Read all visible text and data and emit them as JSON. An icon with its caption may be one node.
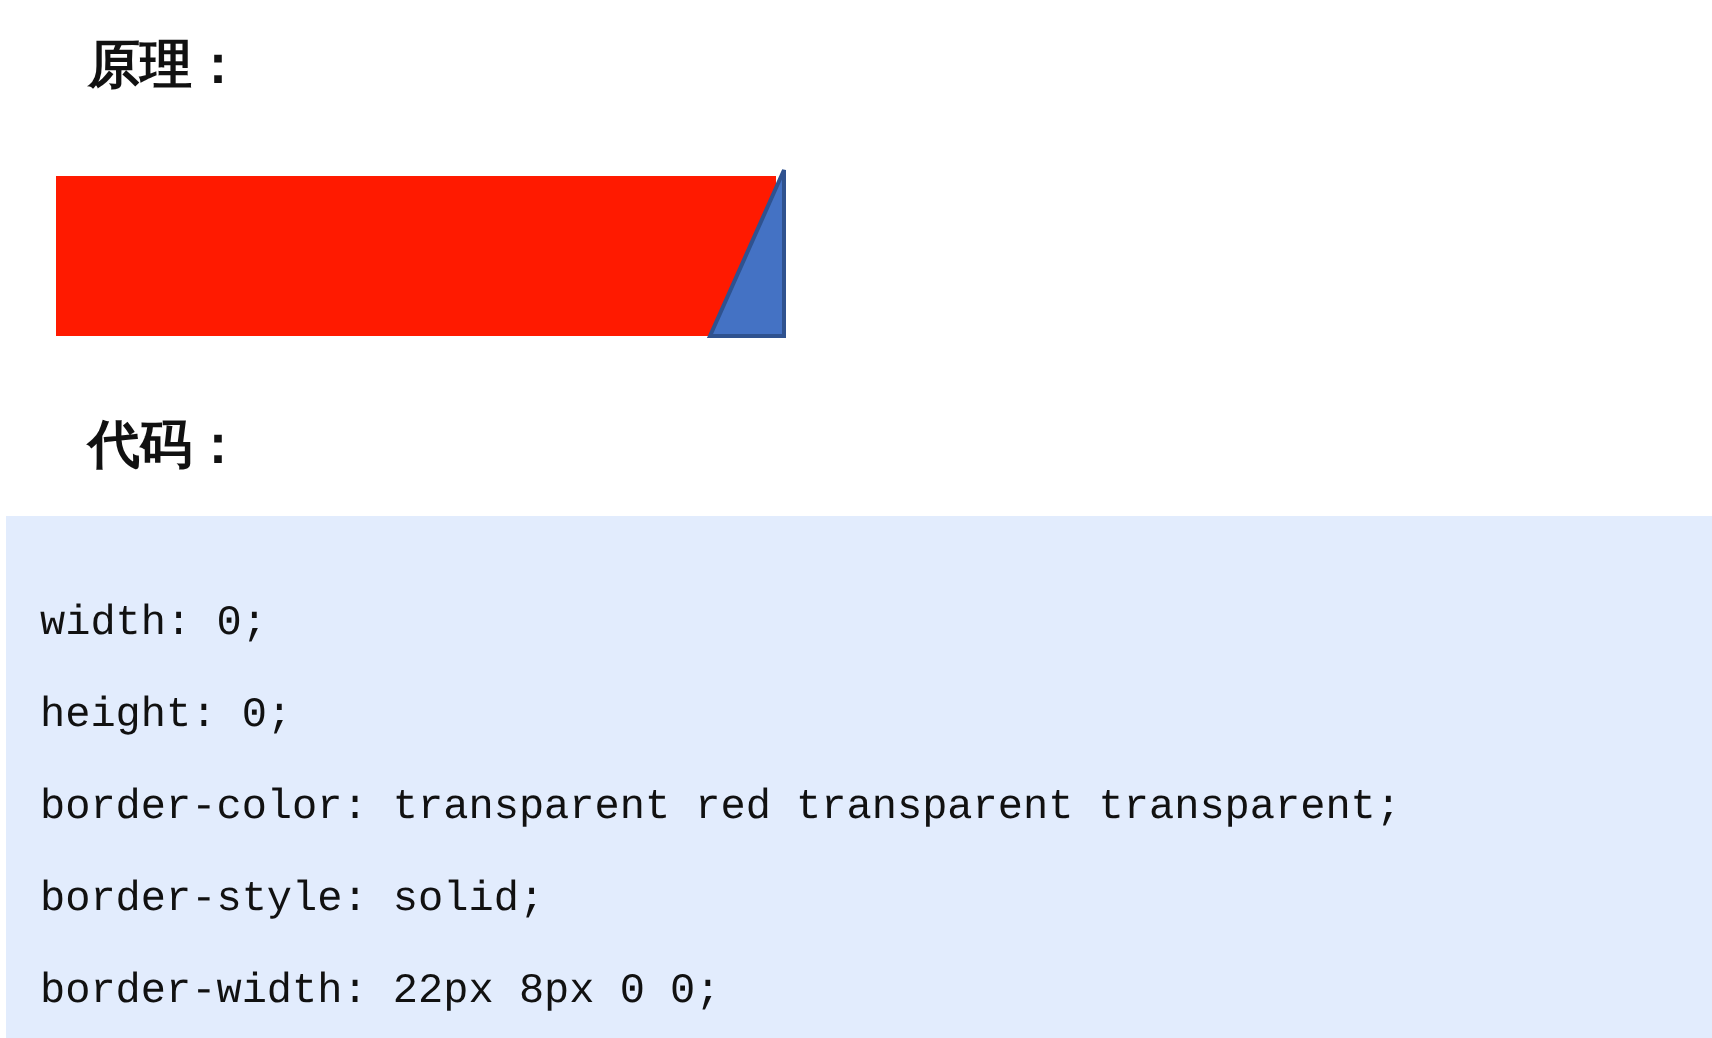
{
  "diagram": {
    "nodes": [
      {
        "text": [
          "width: 0;",
          "height: 0;",
          "border-color: transparent red transparent transparent;",
          "border-style: solid;",
          "border-width: 22px 8px 0 0;"
        ]
      }
    ],
    "labels": [
      "原理：",
      "代码："
    ]
  }
}
